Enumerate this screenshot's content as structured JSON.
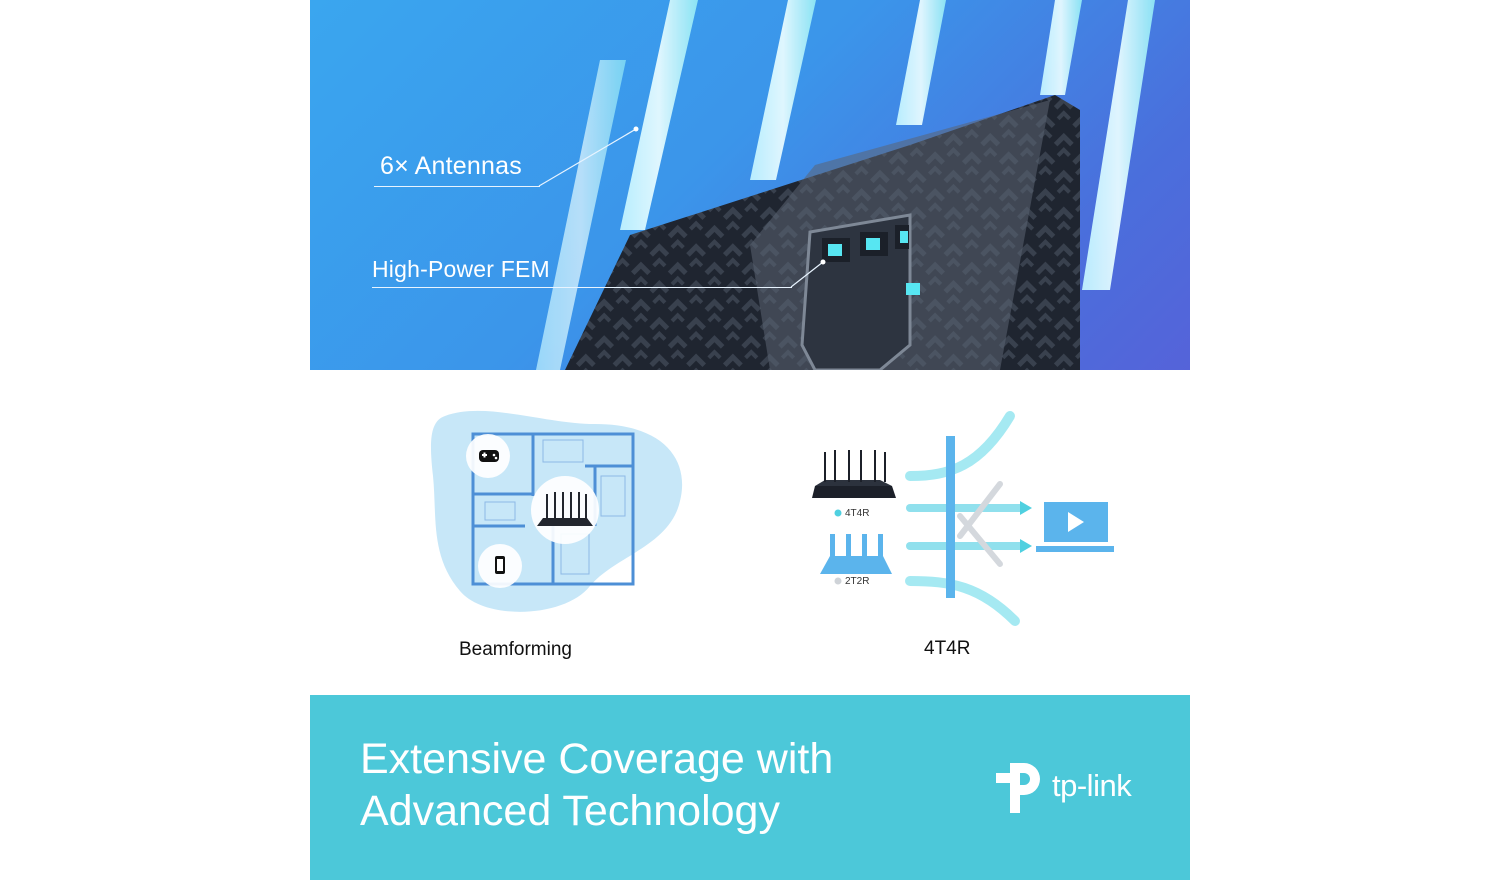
{
  "hero": {
    "callouts": [
      {
        "label": "6× Antennas"
      },
      {
        "label": "High-Power FEM"
      }
    ]
  },
  "features": [
    {
      "label": "Beamforming"
    },
    {
      "label": "4T4R",
      "legend": [
        {
          "label": "4T4R",
          "color": "#4fd0e0"
        },
        {
          "label": "2T2R",
          "color": "#cfd3d8"
        }
      ]
    }
  ],
  "banner": {
    "headline_line1": "Extensive Coverage with",
    "headline_line2": "Advanced Technology",
    "brand": "tp-link",
    "background": "#4cc8d9"
  },
  "colors": {
    "hero_blue": "#3aa6ef",
    "accent_cyan": "#4fd0e0",
    "diagram_blue": "#5bb4ec"
  }
}
